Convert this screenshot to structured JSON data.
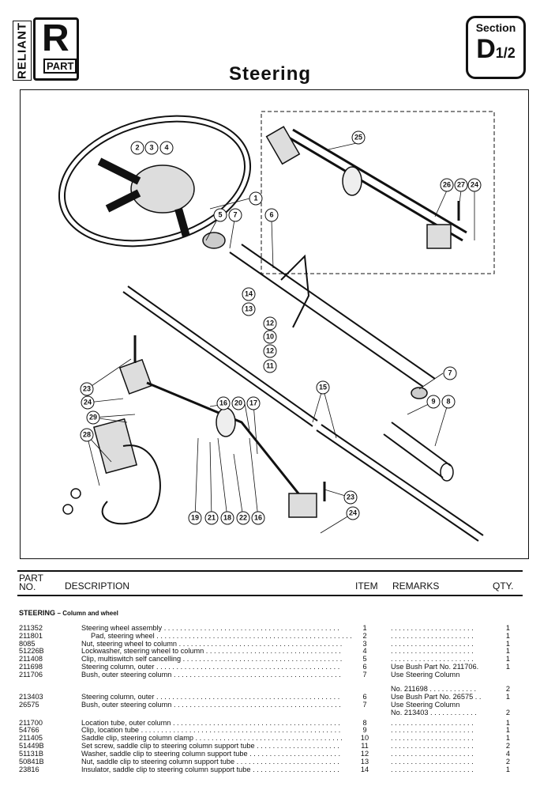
{
  "logo": {
    "brand": "RELIANT",
    "letter": "R",
    "tag": "PART"
  },
  "title": "Steering",
  "section": {
    "label": "Section",
    "code": "D",
    "page": "1/2"
  },
  "diagram": {
    "callouts": [
      "1",
      "2",
      "3",
      "4",
      "5",
      "7",
      "6",
      "25",
      "26",
      "27",
      "24",
      "14",
      "13",
      "12",
      "10",
      "12",
      "11",
      "23",
      "24",
      "7",
      "15",
      "9",
      "8",
      "16",
      "20",
      "17",
      "29",
      "28",
      "19",
      "21",
      "18",
      "22",
      "16",
      "23",
      "24"
    ]
  },
  "table": {
    "headers": {
      "part_no": "PART NO.",
      "description": "DESCRIPTION",
      "item": "ITEM",
      "remarks": "REMARKS",
      "qty": "QTY."
    },
    "group": {
      "name": "STEERING",
      "sub": "– Column and wheel"
    },
    "rows": [
      {
        "part": "211352",
        "desc": "Steering wheel assembly",
        "item": "1",
        "remarks": "",
        "qty": "1"
      },
      {
        "part": "211801",
        "desc": "Pad, steering wheel",
        "item": "2",
        "remarks": "",
        "qty": "1"
      },
      {
        "part": "8085",
        "desc": "Nut, steering wheel to column",
        "item": "3",
        "remarks": "",
        "qty": "1"
      },
      {
        "part": "51226B",
        "desc": "Lockwasher, steering wheel to column",
        "item": "4",
        "remarks": "",
        "qty": "1"
      },
      {
        "part": "211408",
        "desc": "Clip, multiswitch self cancelling",
        "item": "5",
        "remarks": "",
        "qty": "1"
      },
      {
        "part": "211698",
        "desc": "Steering column, outer",
        "item": "6",
        "remarks": "Use Bush Part No. 211706.",
        "qty": "1"
      },
      {
        "part": "211706",
        "desc": "Bush, outer steering column",
        "item": "7",
        "remarks": "Use Steering Column",
        "qty": ""
      },
      {
        "part": "",
        "desc": "",
        "item": "",
        "remarks": "No. 211698 . . . . . . . . . . . .",
        "qty": "2"
      },
      {
        "part": "213403",
        "desc": "Steering column, outer",
        "item": "6",
        "remarks": "Use Bush Part No. 26575 . .",
        "qty": "1"
      },
      {
        "part": "26575",
        "desc": "Bush, outer steering column",
        "item": "7",
        "remarks": "Use Steering Column",
        "qty": ""
      },
      {
        "part": "",
        "desc": "",
        "item": "",
        "remarks": "No. 213403 . . . . . . . . . . . .",
        "qty": "2"
      },
      {
        "part": "211700",
        "desc": "Location tube, outer column",
        "item": "8",
        "remarks": "",
        "qty": "1"
      },
      {
        "part": "54766",
        "desc": "Clip, location tube",
        "item": "9",
        "remarks": "",
        "qty": "1"
      },
      {
        "part": "211405",
        "desc": "Saddle clip, steering column clamp",
        "item": "10",
        "remarks": "",
        "qty": "1"
      },
      {
        "part": "51449B",
        "desc": "Set screw, saddle clip to steering column support tube",
        "item": "11",
        "remarks": "",
        "qty": "2"
      },
      {
        "part": "51131B",
        "desc": "Washer, saddle clip to steering column support tube",
        "item": "12",
        "remarks": "",
        "qty": "4"
      },
      {
        "part": "50841B",
        "desc": "Nut, saddle clip to steering column support tube",
        "item": "13",
        "remarks": "",
        "qty": "2"
      },
      {
        "part": "23816",
        "desc": "Insulator, saddle clip to steering column support tube",
        "item": "14",
        "remarks": "",
        "qty": "1"
      }
    ]
  }
}
